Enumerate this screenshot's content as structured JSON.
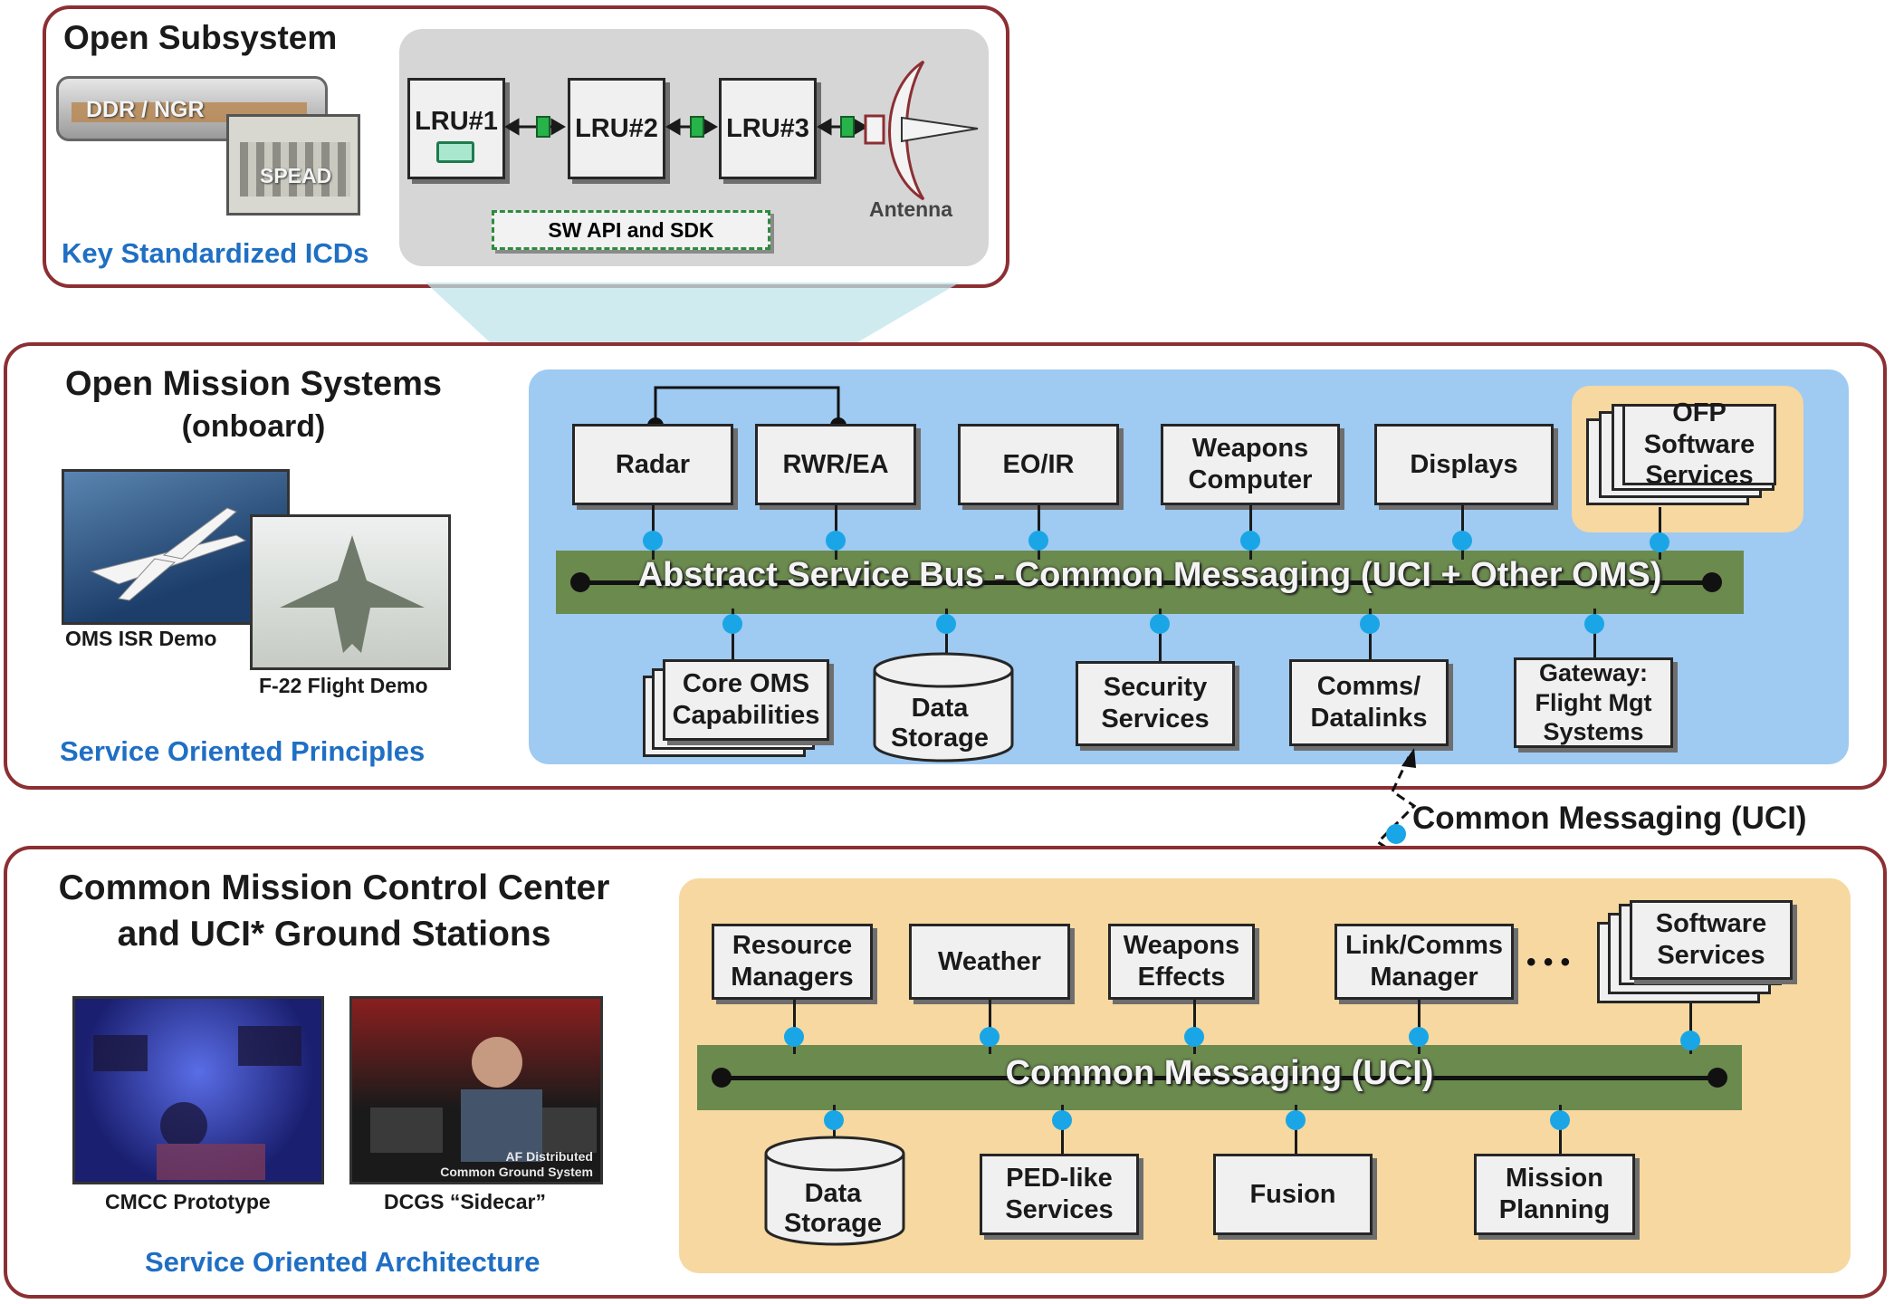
{
  "open_subsystem": {
    "title": "Open Subsystem",
    "ddr_label": "DDR / NGR",
    "spead_label": "SPEAD",
    "lru1": "LRU#1",
    "lru2": "LRU#2",
    "lru3": "LRU#3",
    "antenna": "Antenna",
    "sw_api": "SW API and SDK",
    "caption": "Key Standardized ICDs"
  },
  "oms": {
    "title_line1": "Open Mission Systems",
    "title_line2": "(onboard)",
    "photo1_caption": "OMS ISR Demo",
    "photo2_caption": "F-22 Flight Demo",
    "caption": "Service Oriented Principles",
    "top_services": [
      "Radar",
      "RWR/EA",
      "EO/IR",
      "Weapons Computer",
      "Displays"
    ],
    "ofp_software_services": "OFP Software Services",
    "bus_label": "Abstract Service Bus - Common Messaging (UCI + Other OMS)",
    "core_oms": "Core OMS Capabilities",
    "data_storage": "Data Storage",
    "security": "Security Services",
    "comms": "Comms/ Datalinks",
    "gateway": "Gateway: Flight Mgt Systems"
  },
  "link_label": "Common Messaging (UCI)",
  "cmcc": {
    "title_line1": "Common Mission Control Center",
    "title_line2": "and UCI* Ground Stations",
    "photo1_caption": "CMCC Prototype",
    "photo2_caption": "DCGS “Sidecar”",
    "photo2_overlay_line1": "AF Distributed",
    "photo2_overlay_line2": "Common Ground System",
    "caption": "Service Oriented Architecture",
    "top_services": [
      "Resource Managers",
      "Weather",
      "Weapons Effects",
      "Link/Comms Manager"
    ],
    "ellipsis": "• • •",
    "software_services": "Software Services",
    "bus_label": "Common Messaging (UCI)",
    "data_storage": "Data Storage",
    "ped": "PED-like Services",
    "fusion": "Fusion",
    "mission_planning": "Mission Planning"
  },
  "colors": {
    "panel_border": "#8c2f33",
    "oms_area": "#9fcaf2",
    "ground_area": "#f6d8a0",
    "bus": "#6b8a4e",
    "connector_dot": "#1aa6e6",
    "caption_blue": "#1f6fc4"
  }
}
